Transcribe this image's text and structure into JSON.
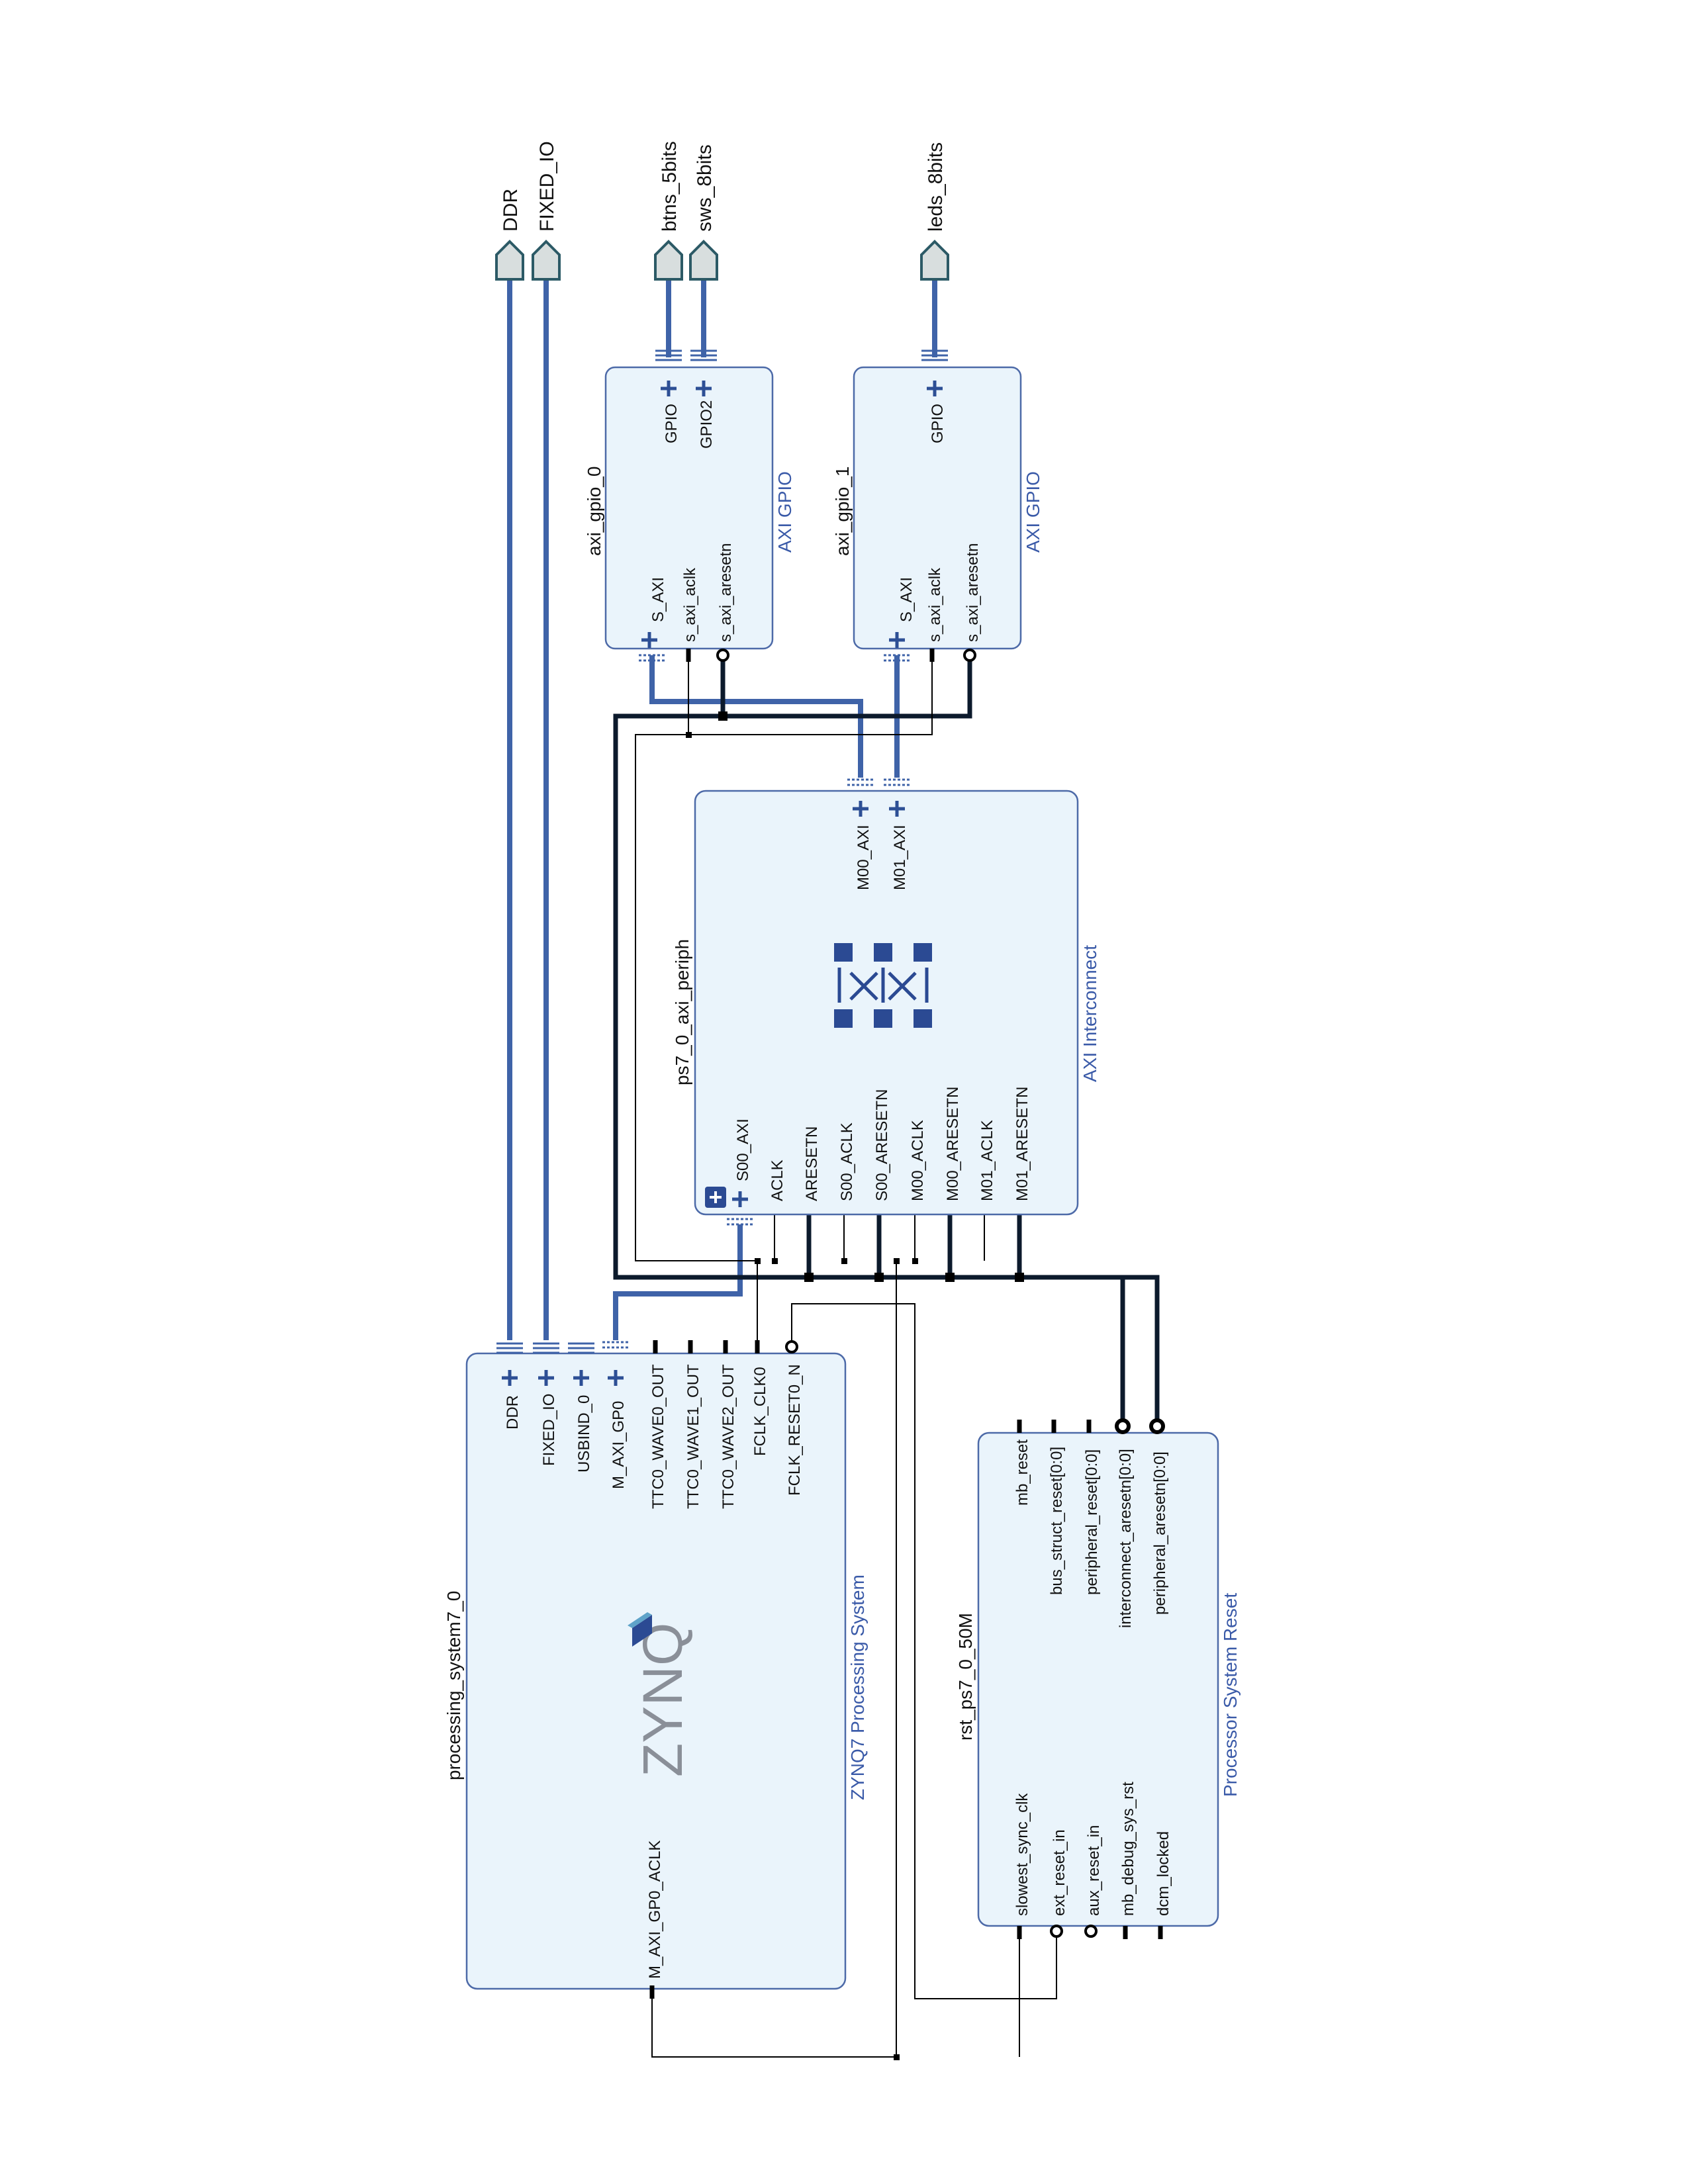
{
  "external_ports": {
    "ddr": "DDR",
    "fixed_io": "FIXED_IO",
    "btns": "btns_5bits",
    "sws": "sws_8bits",
    "leds": "leds_8bits"
  },
  "axi_gpio_0": {
    "instance": "axi_gpio_0",
    "vlnv": "AXI GPIO",
    "pins": {
      "s_axi": "S_AXI",
      "aclk": "s_axi_aclk",
      "aresetn": "s_axi_aresetn",
      "gpio": "GPIO",
      "gpio2": "GPIO2"
    }
  },
  "axi_gpio_1": {
    "instance": "axi_gpio_1",
    "vlnv": "AXI GPIO",
    "pins": {
      "s_axi": "S_AXI",
      "aclk": "s_axi_aclk",
      "aresetn": "s_axi_aresetn",
      "gpio": "GPIO"
    }
  },
  "interconnect": {
    "instance": "ps7_0_axi_periph",
    "vlnv": "AXI Interconnect",
    "pins": {
      "s00_axi": "S00_AXI",
      "aclk": "ACLK",
      "aresetn": "ARESETN",
      "s00_aclk": "S00_ACLK",
      "s00_aresetn": "S00_ARESETN",
      "m00_aclk": "M00_ACLK",
      "m00_aresetn": "M00_ARESETN",
      "m01_aclk": "M01_ACLK",
      "m01_aresetn": "M01_ARESETN",
      "m00_axi": "M00_AXI",
      "m01_axi": "M01_AXI"
    }
  },
  "zynq": {
    "instance": "processing_system7_0",
    "vlnv": "ZYNQ7 Processing System",
    "logo": "ZYNQ",
    "pins": {
      "ddr": "DDR",
      "fixed_io": "FIXED_IO",
      "usbind": "USBIND_0",
      "m_axi_gp0": "M_AXI_GP0",
      "ttc0_wave0": "TTC0_WAVE0_OUT",
      "ttc0_wave1": "TTC0_WAVE1_OUT",
      "ttc0_wave2": "TTC0_WAVE2_OUT",
      "fclk_clk0": "FCLK_CLK0",
      "fclk_reset0": "FCLK_RESET0_N",
      "m_axi_gp0_aclk": "M_AXI_GP0_ACLK"
    }
  },
  "reset": {
    "instance": "rst_ps7_0_50M",
    "vlnv": "Processor System Reset",
    "pins": {
      "mb_reset": "mb_reset",
      "bus_struct_reset": "bus_struct_reset[0:0]",
      "peripheral_reset": "peripheral_reset[0:0]",
      "interconnect_aresetn": "interconnect_aresetn[0:0]",
      "peripheral_aresetn": "peripheral_aresetn[0:0]",
      "slowest_sync_clk": "slowest_sync_clk",
      "ext_reset_in": "ext_reset_in",
      "aux_reset_in": "aux_reset_in",
      "mb_debug_sys_rst": "mb_debug_sys_rst",
      "dcm_locked": "dcm_locked"
    }
  }
}
